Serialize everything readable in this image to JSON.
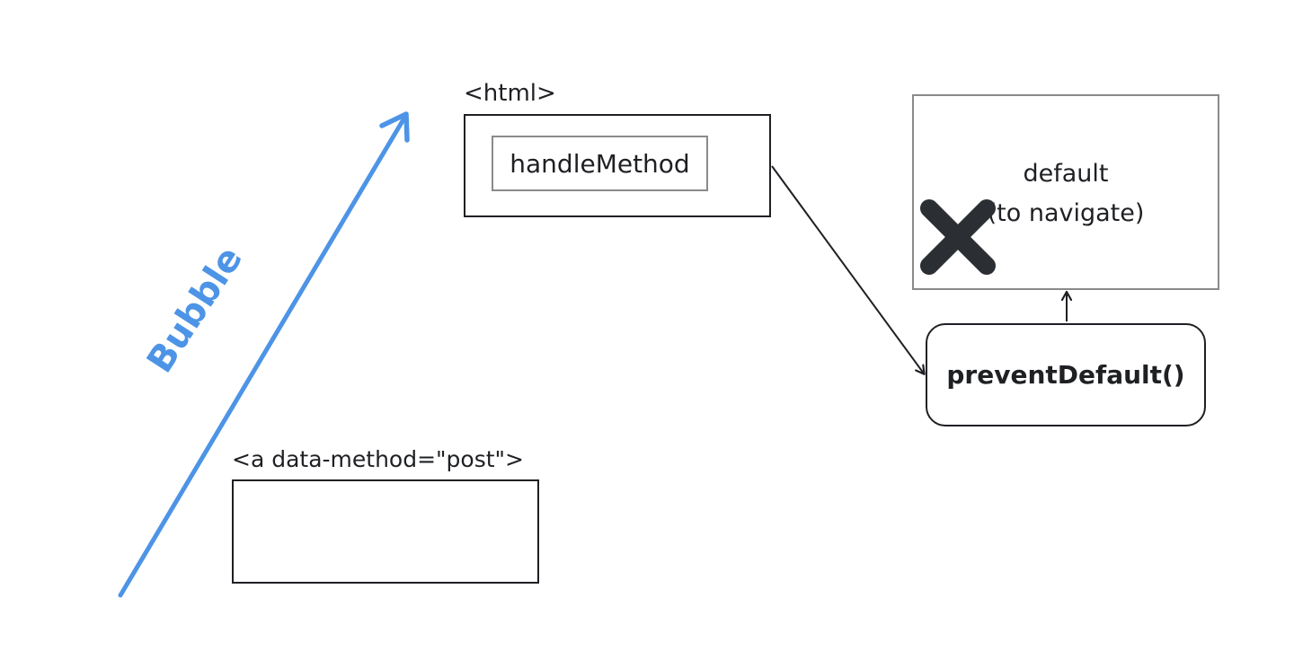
{
  "diagram": {
    "html_element_label": "<html>",
    "handler_label": "handleMethod",
    "default_label_line1": "default",
    "default_label_line2": "(to navigate)",
    "prevent_default_label": "preventDefault()",
    "anchor_element_label": "<a data-method=\"post\">",
    "bubble_label": "Bubble"
  },
  "colors": {
    "bubble_arrow": "#4d94e6",
    "cross": "#2b2f33",
    "box_border_dark": "#1f2024",
    "box_border_gray": "#8a8a8a"
  },
  "icons": {
    "blocked": "cross-icon"
  }
}
